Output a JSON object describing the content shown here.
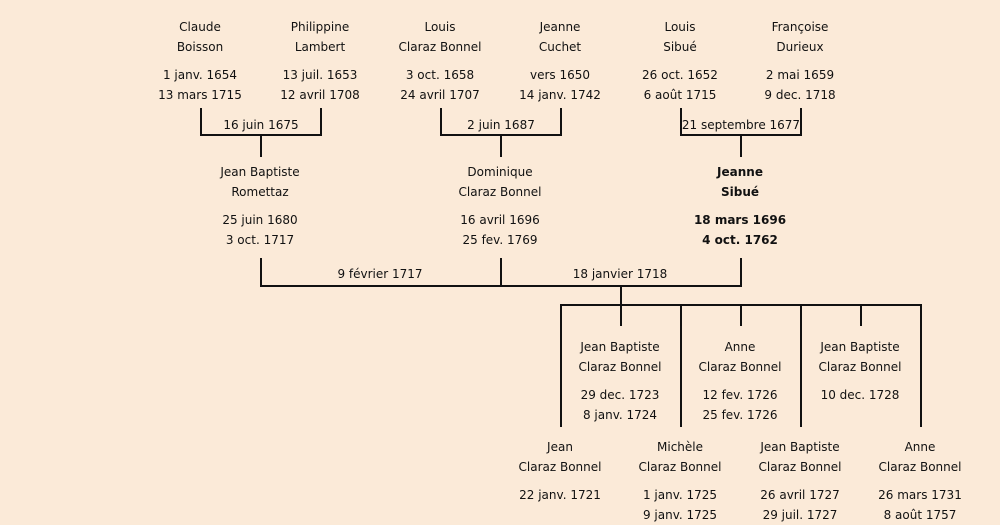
{
  "people": [
    {
      "first": "Claude",
      "last": "Boisson",
      "birth": "1 janv. 1654",
      "death": "13 mars 1715"
    },
    {
      "first": "Philippine",
      "last": "Lambert",
      "birth": "13 juil. 1653",
      "death": "12 avril 1708"
    },
    {
      "first": "Louis",
      "last": "Claraz Bonnel",
      "birth": "3 oct. 1658",
      "death": "24 avril 1707"
    },
    {
      "first": "Jeanne",
      "last": "Cuchet",
      "birth": "vers 1650",
      "death": "14 janv. 1742"
    },
    {
      "first": "Louis",
      "last": "Sibué",
      "birth": "26 oct. 1652",
      "death": "6 août 1715"
    },
    {
      "first": "Françoise",
      "last": "Durieux",
      "birth": "2 mai 1659",
      "death": "9 dec. 1718"
    },
    {
      "first": "Jean Baptiste",
      "last": "Romettaz",
      "birth": "25 juin 1680",
      "death": "3 oct. 1717"
    },
    {
      "first": "Dominique",
      "last": "Claraz Bonnel",
      "birth": "16 avril 1696",
      "death": "25 fev. 1769"
    },
    {
      "first": "Jeanne",
      "last": "Sibué",
      "birth": "18 mars 1696",
      "death": "4 oct. 1762",
      "selected": true
    },
    {
      "first": "Jean Baptiste",
      "last": "Claraz Bonnel",
      "birth": "29 dec. 1723",
      "death": "8 janv. 1724"
    },
    {
      "first": "Anne",
      "last": "Claraz Bonnel",
      "birth": "12 fev. 1726",
      "death": "25 fev. 1726"
    },
    {
      "first": "Jean Baptiste",
      "last": "Claraz Bonnel",
      "birth": "10 dec. 1728",
      "death": ""
    },
    {
      "first": "Jean",
      "last": "Claraz Bonnel",
      "birth": "22 janv. 1721",
      "death": ""
    },
    {
      "first": "Michèle",
      "last": "Claraz Bonnel",
      "birth": "1 janv. 1725",
      "death": "9 janv. 1725"
    },
    {
      "first": "Jean Baptiste",
      "last": "Claraz Bonnel",
      "birth": "26 avril 1727",
      "death": "29 juil. 1727"
    },
    {
      "first": "Anne",
      "last": "Claraz Bonnel",
      "birth": "26 mars 1731",
      "death": "8 août 1757"
    }
  ],
  "marriages": [
    {
      "date": "16 juin 1675"
    },
    {
      "date": "2 juin 1687"
    },
    {
      "date": "21 septembre 1677"
    },
    {
      "date": "9 février 1717"
    },
    {
      "date": "18 janvier 1718"
    }
  ]
}
